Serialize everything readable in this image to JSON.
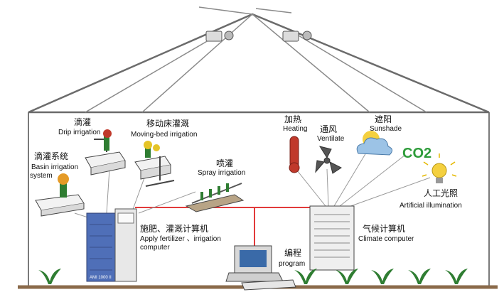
{
  "labels": {
    "drip_zh": "滴灌",
    "drip_en": "Drip irrigation",
    "moving_zh": "移动床灌溉",
    "moving_en": "Moving-bed irrigation",
    "basin_zh": "滴灌系统",
    "basin_en1": "Basin irrigation",
    "basin_en2": "system",
    "spray_zh": "喷灌",
    "spray_en": "Spray irrigation",
    "heating_zh": "加热",
    "heating_en": "Heating",
    "vent_zh": "通风",
    "vent_en": "Ventilate",
    "shade_zh": "遮阳",
    "shade_en": "Sunshade",
    "co2": "CO2",
    "light_zh": "人工光照",
    "light_en": "Artificial illumination",
    "fert_zh": "施肥、灌溉计算机",
    "fert_en1": "Apply fertilizer 、irrigation",
    "fert_en2": "computer",
    "climate_zh": "气候计算机",
    "climate_en": "Climate computer",
    "prog_zh": "编程",
    "prog_en": "program",
    "cabinet_label": "AMI 1000 II"
  },
  "colors": {
    "network_line": "#e23a3a",
    "structure": "#6b6b6b",
    "cabinet_blue": "#4f6fb8",
    "heater_red": "#c0392b",
    "bulb_yellow": "#f4d03f",
    "co2_green": "#2e9c3a",
    "cloud_blue": "#9cc3e6",
    "plant_green": "#2f7d32",
    "soil": "#8a6a4a"
  }
}
